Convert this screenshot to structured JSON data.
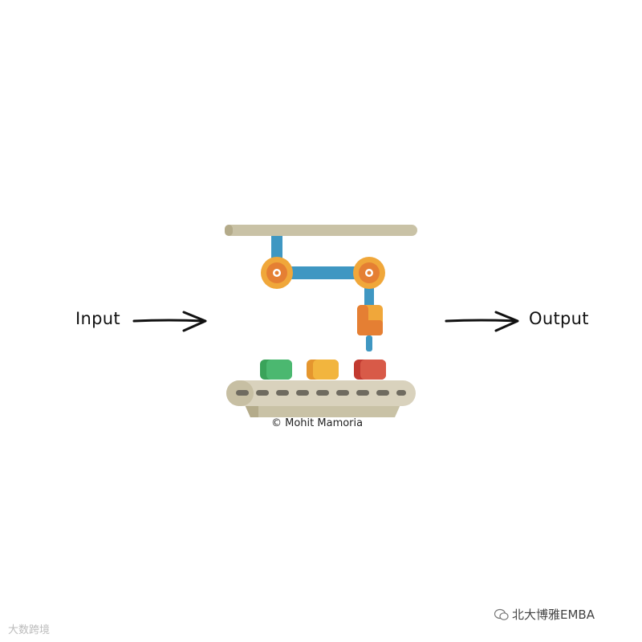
{
  "diagram": {
    "input_label": "Input",
    "output_label": "Output",
    "credit": "© Mohit Mamoria",
    "icon": "robotic-arm-conveyor-icon",
    "colors": {
      "rail": "#c9c2a6",
      "arm": "#3f97c2",
      "joint": "#f0a73a",
      "joint_inner": "#e57f33",
      "box_green": "#3aa35a",
      "box_yellow": "#f2ad3a",
      "box_red": "#d4473a",
      "belt": "#d9d2bd",
      "belt_dash": "#6f6b60"
    }
  },
  "watermarks": {
    "left": "大数跨境",
    "right": "北大博雅EMBA"
  }
}
